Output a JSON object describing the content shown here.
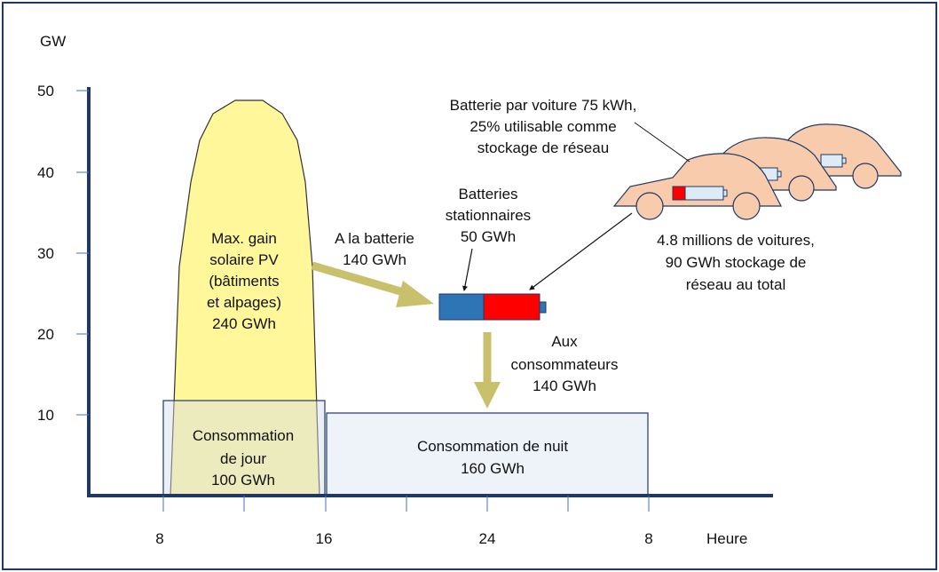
{
  "axes": {
    "y_unit": "GW",
    "x_unit": "Heure",
    "y_ticks": [
      "10",
      "20",
      "30",
      "40",
      "50"
    ],
    "x_ticks": [
      "8",
      "16",
      "24",
      "8"
    ]
  },
  "solar": {
    "lines": [
      "Max. gain",
      "solaire PV",
      "(bâtiments",
      "et alpages)",
      "240 GWh"
    ],
    "fill": "#FFF799"
  },
  "day_consumption": {
    "lines": [
      "Consommation",
      "de jour",
      "100 GWh"
    ]
  },
  "night_consumption": {
    "lines": [
      "Consommation de nuit",
      "160 GWh"
    ]
  },
  "to_battery": {
    "lines": [
      "A la batterie",
      "140 GWh"
    ]
  },
  "stationary": {
    "lines": [
      "Batteries",
      "stationnaires",
      "50 GWh"
    ]
  },
  "to_consumers": {
    "lines": [
      "Aux",
      "consommateurs",
      "140 GWh"
    ]
  },
  "car_battery": {
    "lines": [
      "Batterie par voiture 75 kWh,",
      "25% utilisable comme",
      "stockage de réseau"
    ]
  },
  "fleet": {
    "lines": [
      "4.8 millions de voitures,",
      "90 GWh stockage de",
      "réseau au total"
    ]
  },
  "colors": {
    "arrow": "#C9C06B",
    "car": "#F8CBAD",
    "battery_blue": "#2E75B6",
    "battery_red": "#FF0000",
    "consumption_fill": "#EEF2F9",
    "axis": "#1F3864"
  }
}
